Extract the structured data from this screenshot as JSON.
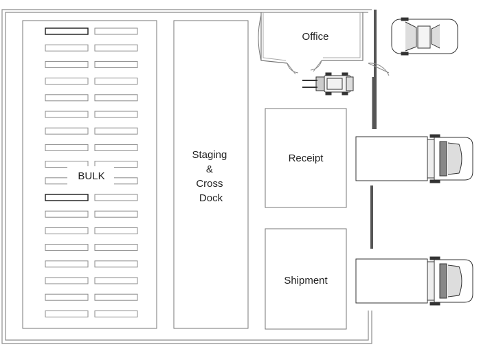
{
  "zones": {
    "bulk": "BULK",
    "staging_lines": [
      "Staging",
      "&",
      "Cross",
      "Dock"
    ],
    "office": "Office",
    "receipt": "Receipt",
    "shipment": "Shipment"
  },
  "colors": {
    "wall": "#8c8c8c",
    "wall_fill": "#d6d6d6",
    "line": "#444444",
    "rack_dark": "#1a1a1a",
    "rack_light": "#8a8a8a"
  },
  "icons": {
    "forklift": "forklift-icon",
    "car": "car-icon",
    "truck": "truck-icon"
  },
  "rack_rows": 18,
  "rack_columns": 2
}
